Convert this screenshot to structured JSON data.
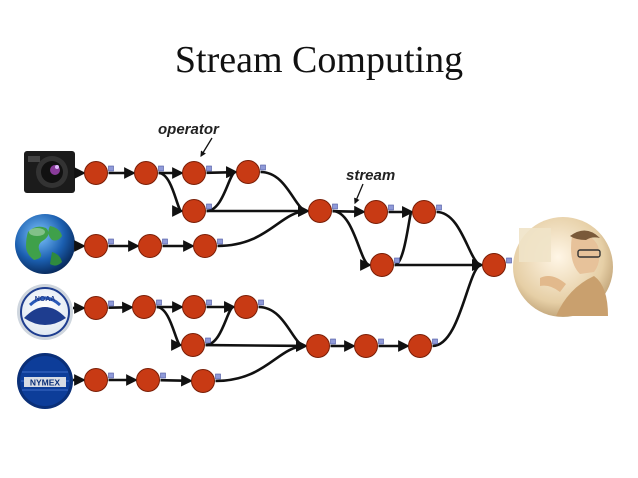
{
  "title": "Stream Computing",
  "labels": {
    "operator": "operator",
    "stream": "stream"
  },
  "sources": [
    {
      "name": "camera",
      "icon": "camera-icon"
    },
    {
      "name": "globe",
      "icon": "globe-icon"
    },
    {
      "name": "noaa",
      "icon": "noaa-logo",
      "text": "NOAA"
    },
    {
      "name": "nymex",
      "icon": "nymex-logo",
      "text": "NYMEX"
    }
  ],
  "sink": {
    "name": "analyst",
    "icon": "person-at-computer-icon"
  },
  "colors": {
    "node": "#c83a14",
    "edge": "#111111",
    "port": "#8f9ad8"
  }
}
